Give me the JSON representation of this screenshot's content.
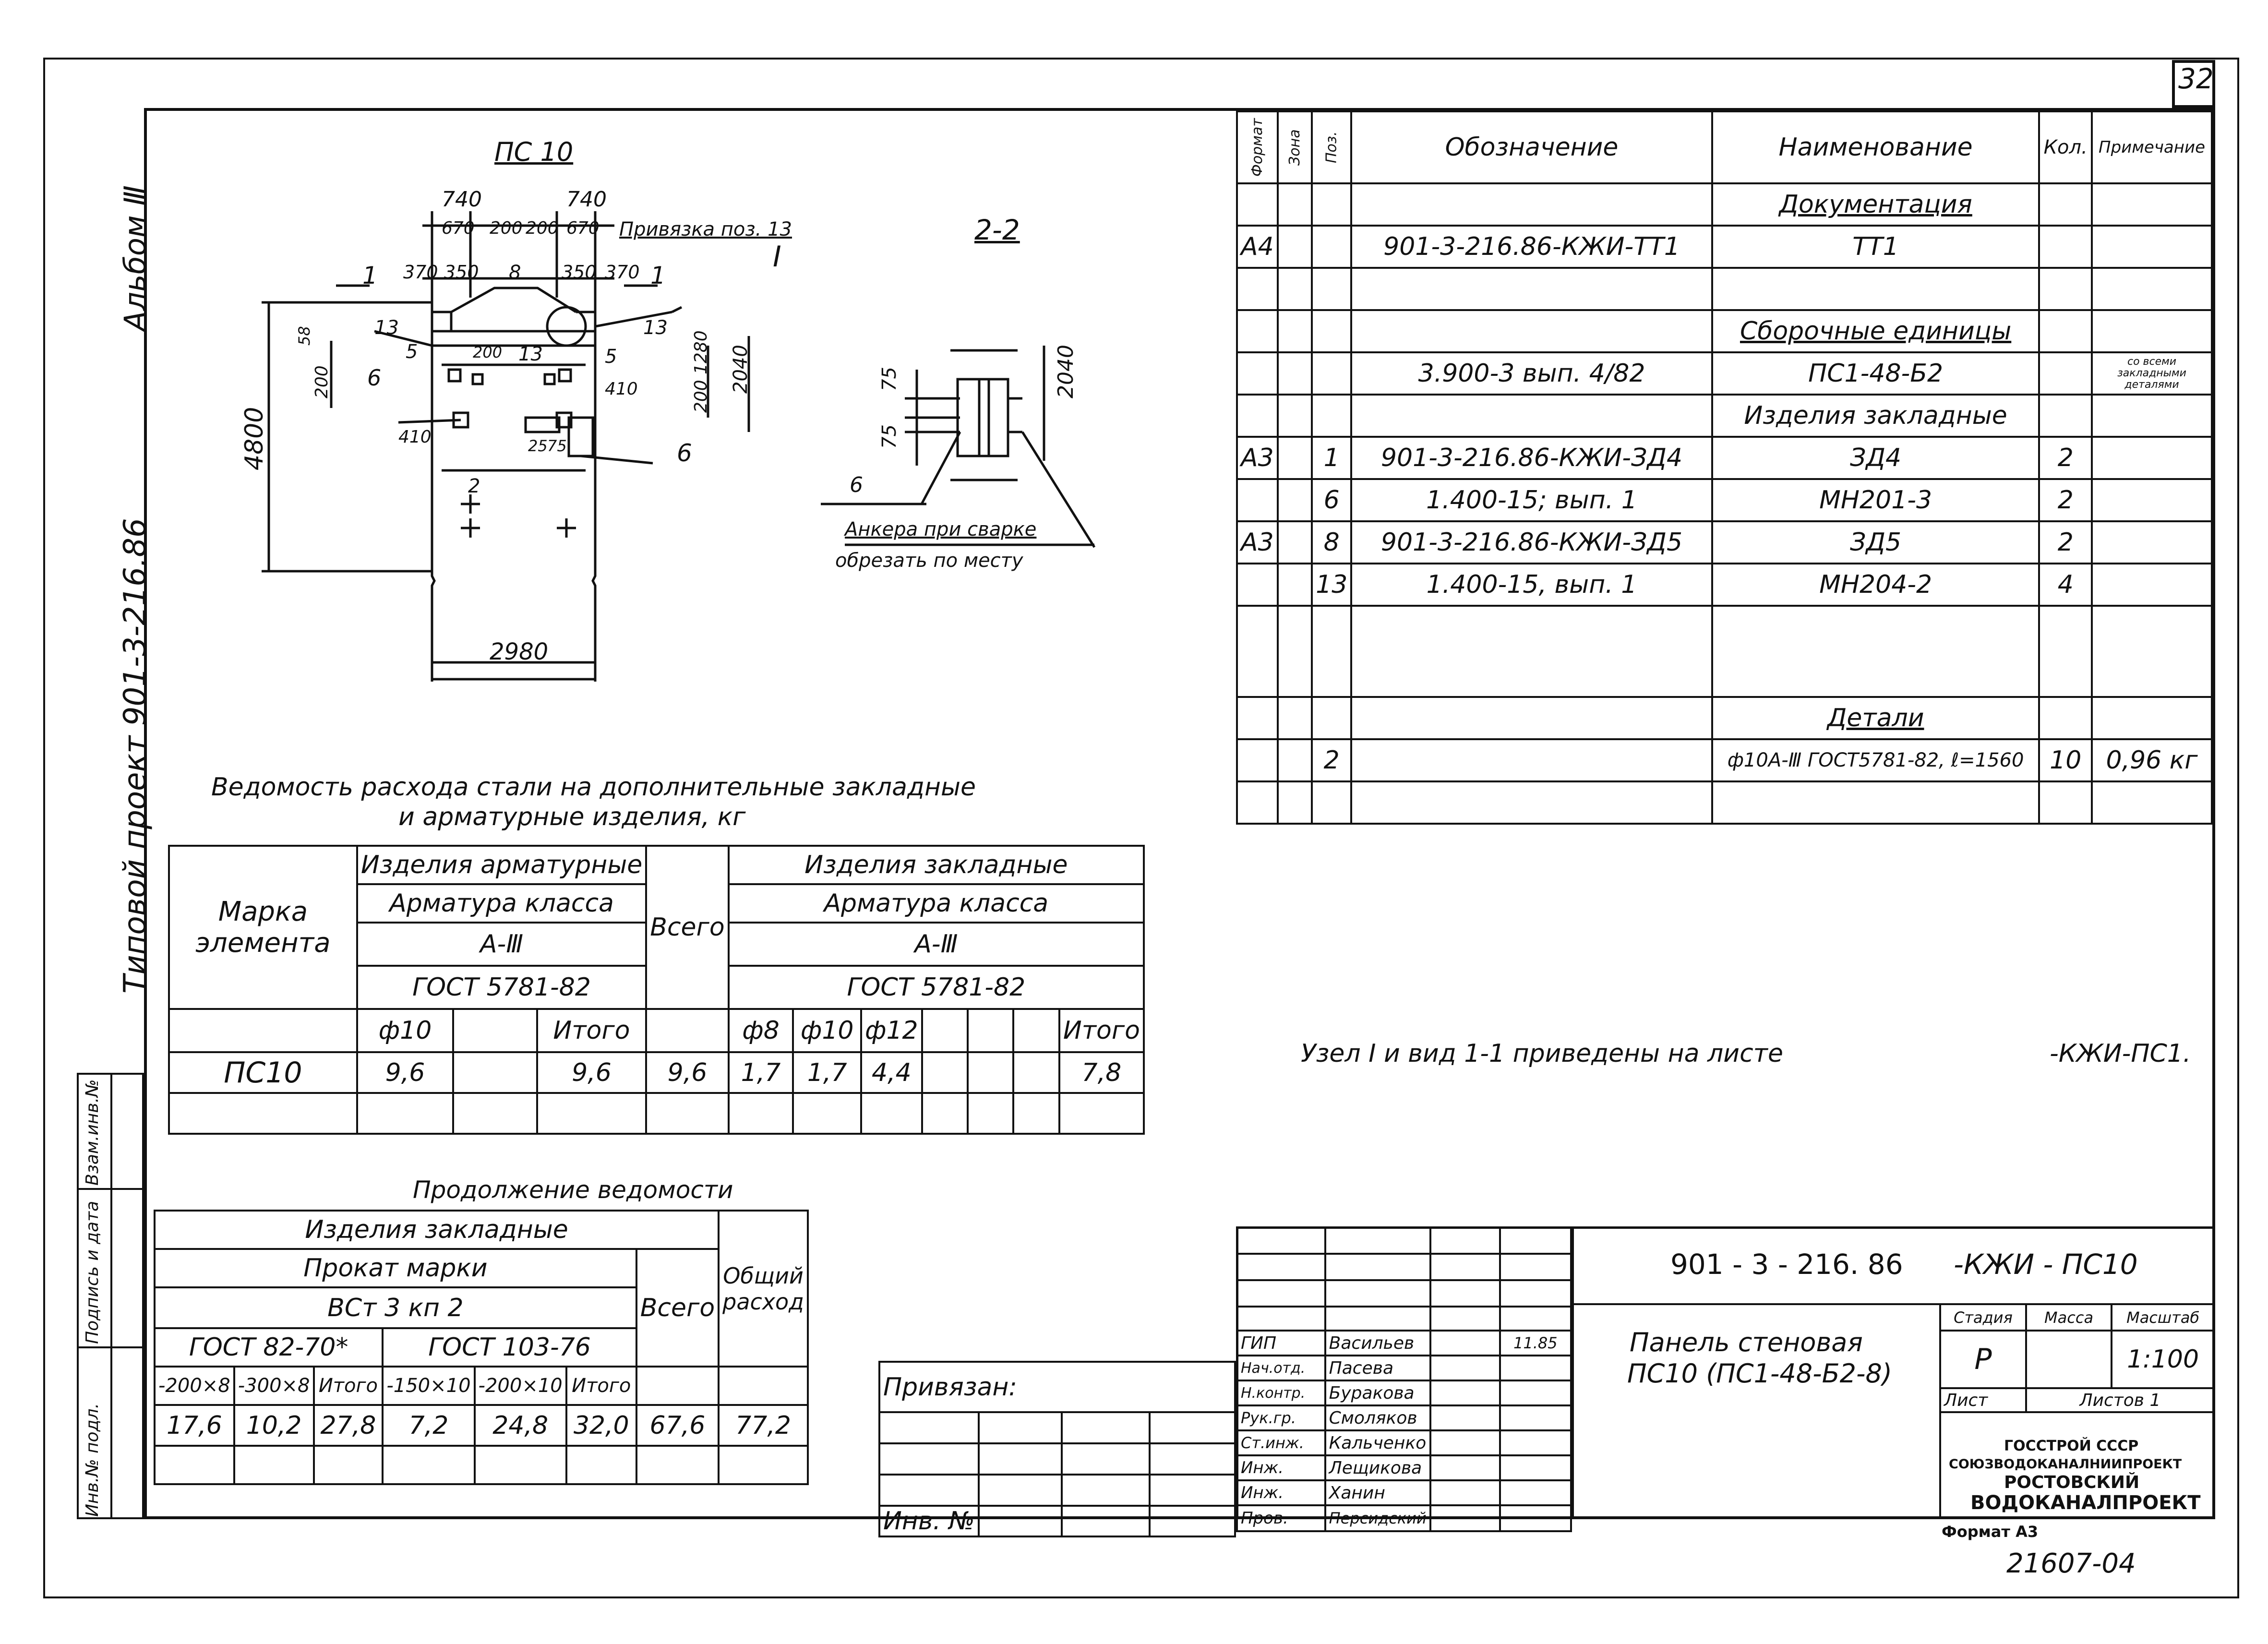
{
  "sheet_number": "32",
  "side_labels": {
    "album": "Альбом Ⅲ",
    "project": "Типовой проект 901-3-216.86",
    "stamp_cols": [
      "Инв.№ подл.",
      "Подпись и дата",
      "Взам.инв.№"
    ]
  },
  "drawing": {
    "title_main": "ПС 10",
    "title_section": "2-2",
    "dims_top": [
      "740",
      "740",
      "670",
      "200",
      "200",
      "670",
      "370",
      "350",
      "350",
      "370"
    ],
    "anchor_note": "Привязка поз. 13",
    "node_mark": "I",
    "cut_mark": "1",
    "labels_main": [
      "8",
      "13",
      "13",
      "5",
      "5",
      "200",
      "13",
      "410",
      "410",
      "6",
      "6",
      "25",
      "75",
      "2",
      "58",
      "200",
      "1280",
      "2040",
      "200",
      "4800",
      "2980"
    ],
    "labels_section": [
      "75",
      "75",
      "6",
      "2040"
    ],
    "anchor_text_1": "Анкера при сварке",
    "anchor_text_2": "обрезать по месту"
  },
  "spec_table": {
    "headers": [
      "Формат",
      "Зона",
      "Поз.",
      "Обозначение",
      "Наименование",
      "Кол.",
      "Примечание"
    ],
    "rows": [
      {
        "fmt": "",
        "zone": "",
        "pos": "",
        "code": "",
        "name": "Документация",
        "qty": "",
        "note": ""
      },
      {
        "fmt": "А4",
        "zone": "",
        "pos": "",
        "code": "901-3-216.86-КЖИ-ТТ1",
        "name": "ТТ1",
        "qty": "",
        "note": ""
      },
      {
        "fmt": "",
        "zone": "",
        "pos": "",
        "code": "",
        "name": "",
        "qty": "",
        "note": ""
      },
      {
        "fmt": "",
        "zone": "",
        "pos": "",
        "code": "",
        "name": "Сборочные единицы",
        "qty": "",
        "note": ""
      },
      {
        "fmt": "",
        "zone": "",
        "pos": "",
        "code": "3.900-3 вып. 4/82",
        "name": "ПС1-48-Б2",
        "qty": "",
        "note": "со всеми закладными деталями"
      },
      {
        "fmt": "",
        "zone": "",
        "pos": "",
        "code": "",
        "name": "Изделия закладные",
        "qty": "",
        "note": ""
      },
      {
        "fmt": "А3",
        "zone": "",
        "pos": "1",
        "code": "901-3-216.86-КЖИ-ЗД4",
        "name": "ЗД4",
        "qty": "2",
        "note": ""
      },
      {
        "fmt": "",
        "zone": "",
        "pos": "6",
        "code": "1.400-15; вып. 1",
        "name": "МН201-3",
        "qty": "2",
        "note": ""
      },
      {
        "fmt": "А3",
        "zone": "",
        "pos": "8",
        "code": "901-3-216.86-КЖИ-ЗД5",
        "name": "ЗД5",
        "qty": "2",
        "note": ""
      },
      {
        "fmt": "",
        "zone": "",
        "pos": "13",
        "code": "1.400-15, вып. 1",
        "name": "МН204-2",
        "qty": "4",
        "note": ""
      },
      {
        "fmt": "",
        "zone": "",
        "pos": "",
        "code": "",
        "name": "",
        "qty": "",
        "note": ""
      },
      {
        "fmt": "",
        "zone": "",
        "pos": "",
        "code": "",
        "name": "Детали",
        "qty": "",
        "note": ""
      },
      {
        "fmt": "",
        "zone": "",
        "pos": "2",
        "code": "",
        "name": "ф10А-Ⅲ ГОСТ5781-82, ℓ=1560",
        "qty": "10",
        "note": "0,96 кг"
      },
      {
        "fmt": "",
        "zone": "",
        "pos": "",
        "code": "",
        "name": "",
        "qty": "",
        "note": ""
      }
    ]
  },
  "steel_table": {
    "title_1": "Ведомость расхода стали на дополнительные закладные",
    "title_2": "и арматурные изделия, кг",
    "h_mark": "Марка элемента",
    "h_arm": "Изделия арматурные",
    "h_arm_class": "Арматура класса",
    "h_a3": "А-Ⅲ",
    "h_gost": "ГОСТ 5781-82",
    "h_total": "Всего",
    "h_emb": "Изделия закладные",
    "h_emb_class": "Арматура класса",
    "h_emb_a3": "А-Ⅲ",
    "h_emb_gost": "ГОСТ 5781-82",
    "sub": [
      "ф10",
      "",
      "Итого",
      "ф8",
      "ф10",
      "ф12",
      "",
      "",
      "",
      "Итого"
    ],
    "row": {
      "mark": "ПС10",
      "v1": "9,6",
      "v2": "",
      "v3": "9,6",
      "total": "9,6",
      "e1": "1,7",
      "e2": "1,7",
      "e3": "4,4",
      "e4": "",
      "e5": "",
      "e6": "",
      "e7": "7,8"
    }
  },
  "cont_table": {
    "title": "Продолжение ведомости",
    "h_emb": "Изделия закладные",
    "h_rolled": "Прокат марки",
    "h_grade": "ВСт 3 кп 2",
    "h_gost1": "ГОСТ 82-70*",
    "h_gost2": "ГОСТ 103-76",
    "h_total": "Всего",
    "h_general": "Общий расход",
    "sub": [
      "-200×8",
      "-300×8",
      "Итого",
      "-150×10",
      "-200×10",
      "Итого"
    ],
    "row": [
      "17,6",
      "10,2",
      "27,8",
      "7,2",
      "24,8",
      "32,0",
      "67,6",
      "77,2"
    ]
  },
  "note": {
    "text": "Узел I и вид 1-1 приведены на листе",
    "ref": "-КЖИ-ПС1."
  },
  "binding": {
    "label": "Привязан:",
    "inv": "Инв. №"
  },
  "title_block": {
    "code": "901 - 3 - 216. 86",
    "code_suffix": "-КЖИ - ПС10",
    "roles": [
      "ГИП",
      "Нач.отд.",
      "Н.контр.",
      "Рук.гр.",
      "Ст.инж.",
      "Инж.",
      "Инж.",
      "Пров."
    ],
    "names": [
      "Васильев",
      "Пасева",
      "Буракова",
      "Смоляков",
      "Кальченко",
      "Лещикова",
      "Ханин",
      "Персидский"
    ],
    "date": "11.85",
    "product_1": "Панель стеновая",
    "product_2": "ПС10 (ПС1-48-Б2-8)",
    "stage_h": "Стадия",
    "mass_h": "Масса",
    "scale_h": "Масштаб",
    "stage": "Р",
    "scale": "1:100",
    "sheet": "Лист",
    "sheets": "Листов 1",
    "org_1": "ГОССТРОЙ СССР",
    "org_2": "СОЮЗВОДОКАНАЛНИИПРОЕКТ",
    "org_3": "РОСТОВСКИЙ",
    "org_4": "ВОДОКАНАЛПРОЕКТ",
    "format": "Формат А3"
  },
  "bottom_code": "21607-04"
}
